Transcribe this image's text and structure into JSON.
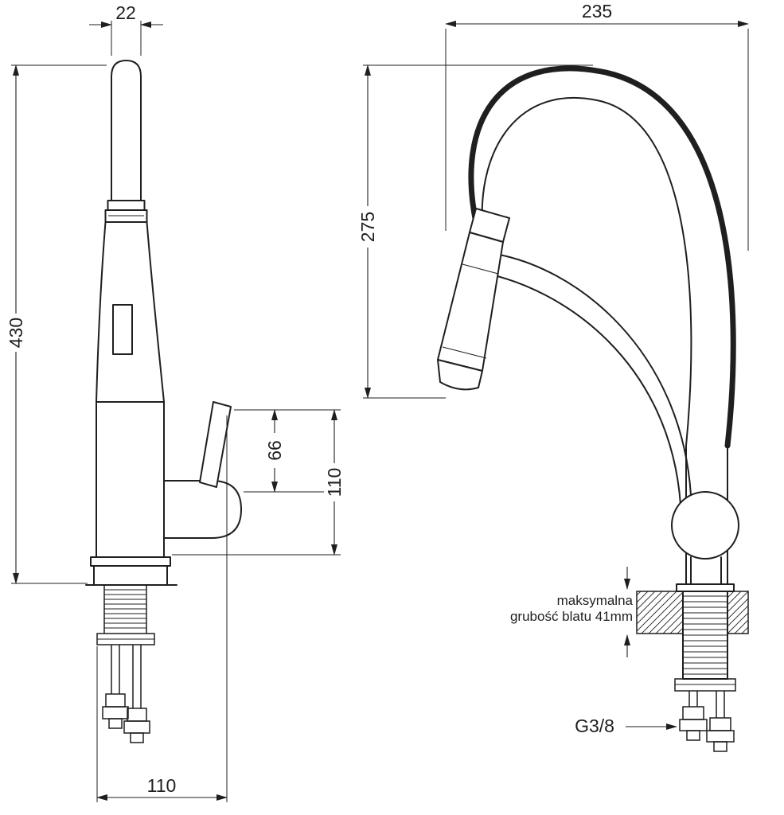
{
  "page": {
    "background_color": "#ffffff",
    "line_color": "#1f1f1f",
    "drawing_type": "kitchen faucet technical dimension drawing"
  },
  "left_view": {
    "dim_spout_width": "22",
    "dim_total_height": "430",
    "dim_handle_top": "66",
    "dim_handle_height": "110",
    "dim_base_depth": "110"
  },
  "right_view": {
    "dim_spout_reach": "235",
    "dim_spout_clearance": "275",
    "counter_note_line1": "maksymalna",
    "counter_note_line2": "grubość blatu 41mm",
    "hose_thread_label": "G3/8"
  }
}
